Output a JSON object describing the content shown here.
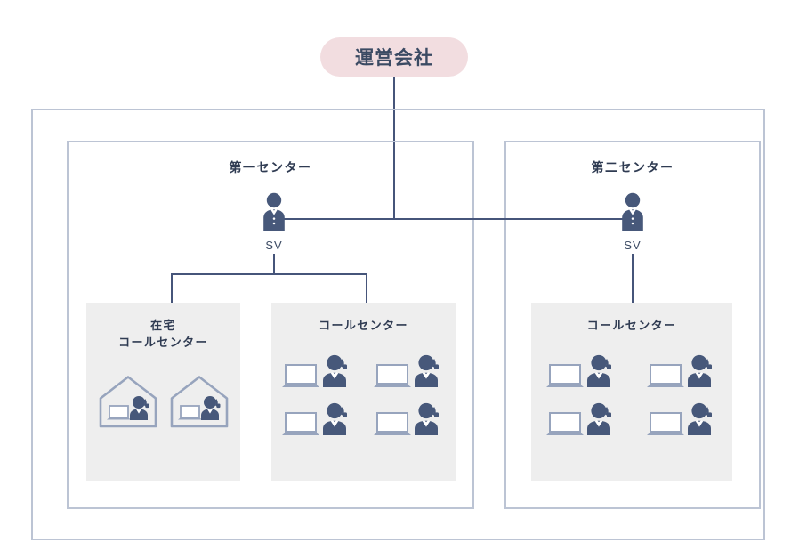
{
  "diagram": {
    "title_node": {
      "label": "運営会社",
      "fill": "#f2dde0",
      "text_color": "#3b4a63"
    },
    "centers": [
      {
        "name": "center-1",
        "title": "第一センター",
        "supervisor": {
          "role_label": "SV",
          "icon": "supervisor-person-icon"
        },
        "groups": [
          {
            "name": "home-call-center",
            "title_line1": "在宅",
            "title_line2": "コールセンター",
            "icon": "home-worker-icon",
            "icon_count": 2
          },
          {
            "name": "call-center",
            "title_line1": "コールセンター",
            "title_line2": "",
            "icon": "headset-agent-icon",
            "icon_count": 4
          }
        ]
      },
      {
        "name": "center-2",
        "title": "第二センター",
        "supervisor": {
          "role_label": "SV",
          "icon": "supervisor-person-icon"
        },
        "groups": [
          {
            "name": "call-center",
            "title_line1": "コールセンター",
            "title_line2": "",
            "icon": "headset-agent-icon",
            "icon_count": 4
          }
        ]
      }
    ],
    "colors": {
      "pill_fill": "#f2dde0",
      "frame_border": "#bcc4d4",
      "connector_line": "#46557a",
      "group_fill": "#eeeeee",
      "icon_dark": "#47587a",
      "icon_light": "#97a4bd",
      "text_dark": "#2f3b52"
    }
  }
}
